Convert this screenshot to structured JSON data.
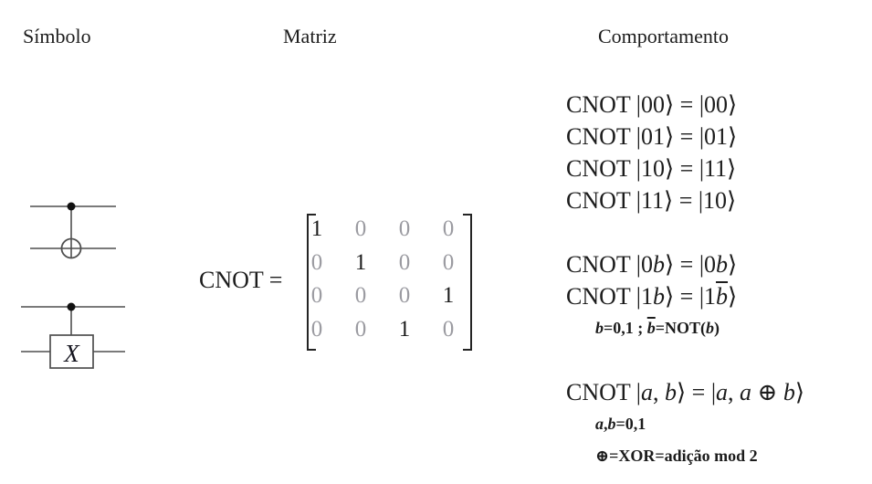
{
  "page": {
    "background": "#ffffff",
    "ink": "#1c1c1c",
    "wire_color": "#4f4f4f"
  },
  "headers": {
    "symbol": "Símbolo",
    "matrix": "Matriz",
    "behavior": "Comportamento"
  },
  "gate": {
    "name": "CNOT",
    "target_box_label": "X"
  },
  "matrix": {
    "lhs": "CNOT =",
    "rows": [
      [
        1,
        0,
        0,
        0
      ],
      [
        0,
        1,
        0,
        0
      ],
      [
        0,
        0,
        0,
        1
      ],
      [
        0,
        0,
        1,
        0
      ]
    ],
    "one_color": "#1c1c1c",
    "zero_color": "#9b9ba1"
  },
  "behavior": {
    "lines": [
      {
        "kind": "main",
        "tokens": [
          {
            "t": "CNOT |00⟩ = |00⟩"
          }
        ]
      },
      {
        "kind": "main",
        "tokens": [
          {
            "t": "CNOT |01⟩ = |01⟩"
          }
        ]
      },
      {
        "kind": "main",
        "tokens": [
          {
            "t": "CNOT |10⟩ = |11⟩"
          }
        ]
      },
      {
        "kind": "main",
        "tokens": [
          {
            "t": "CNOT |11⟩ = |10⟩"
          }
        ]
      },
      {
        "kind": "spacer",
        "tokens": []
      },
      {
        "kind": "main",
        "tokens": [
          {
            "t": "CNOT |0"
          },
          {
            "t": "b",
            "s": "it"
          },
          {
            "t": "⟩ = |0"
          },
          {
            "t": "b",
            "s": "it"
          },
          {
            "t": "⟩"
          }
        ]
      },
      {
        "kind": "main",
        "tokens": [
          {
            "t": "CNOT |1"
          },
          {
            "t": "b",
            "s": "it"
          },
          {
            "t": "⟩ = |1"
          },
          {
            "t": "b",
            "s": "itbar"
          },
          {
            "t": "⟩"
          }
        ]
      },
      {
        "kind": "small",
        "tokens": [
          {
            "t": "b",
            "s": "it"
          },
          {
            "t": "=0,1 ; "
          },
          {
            "t": "b",
            "s": "itbar"
          },
          {
            "t": "=NOT("
          },
          {
            "t": "b",
            "s": "it"
          },
          {
            "t": ")"
          }
        ]
      },
      {
        "kind": "spacer",
        "tokens": []
      },
      {
        "kind": "main",
        "tokens": [
          {
            "t": "CNOT |"
          },
          {
            "t": "a",
            "s": "it"
          },
          {
            "t": ", "
          },
          {
            "t": "b",
            "s": "it"
          },
          {
            "t": "⟩ = |"
          },
          {
            "t": "a",
            "s": "it"
          },
          {
            "t": ", "
          },
          {
            "t": "a",
            "s": "it"
          },
          {
            "t": " ⊕ "
          },
          {
            "t": "b",
            "s": "it"
          },
          {
            "t": "⟩"
          }
        ]
      },
      {
        "kind": "small",
        "tokens": [
          {
            "t": "a",
            "s": "it"
          },
          {
            "t": ","
          },
          {
            "t": "b",
            "s": "it"
          },
          {
            "t": "=0,1"
          }
        ]
      },
      {
        "kind": "small",
        "tokens": [
          {
            "t": "⊕=XOR=adição mod 2"
          }
        ]
      }
    ]
  }
}
